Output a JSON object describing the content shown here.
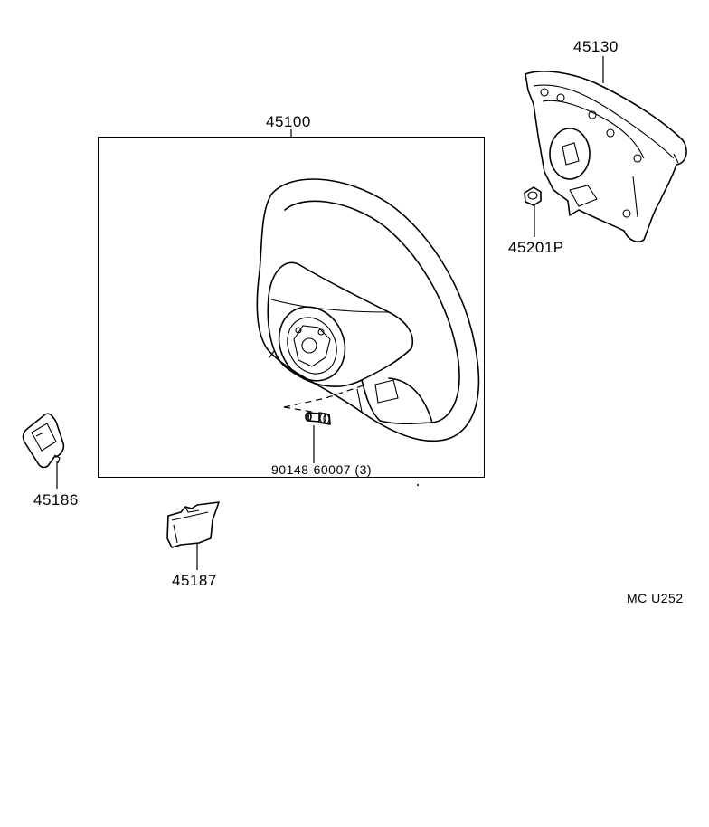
{
  "diagram": {
    "type": "exploded parts diagram",
    "subject": "Steering wheel assembly",
    "figure_code": "MC U252",
    "parts": [
      {
        "id": "steering-wheel",
        "number": "45100",
        "description": "Steering wheel assembly (boxed)"
      },
      {
        "id": "horn-pad",
        "number": "45130",
        "description": "Horn button / pad assembly"
      },
      {
        "id": "pad-nut",
        "number": "45201P",
        "description": "Nut / fastener for horn pad"
      },
      {
        "id": "screw",
        "number": "90148-60007 (3)",
        "description": "Screw, quantity 3"
      },
      {
        "id": "lower-cover-left",
        "number": "45186",
        "description": "Steering wheel lower cover (left)"
      },
      {
        "id": "lower-cover-right",
        "number": "45187",
        "description": "Steering wheel lower cover (right)"
      }
    ]
  },
  "labels": {
    "p45100": "45100",
    "p45130": "45130",
    "p45201p": "45201P",
    "p90148": "90148-60007 (3)",
    "p45186": "45186",
    "p45187": "45187",
    "figure_code": "MC U252"
  }
}
